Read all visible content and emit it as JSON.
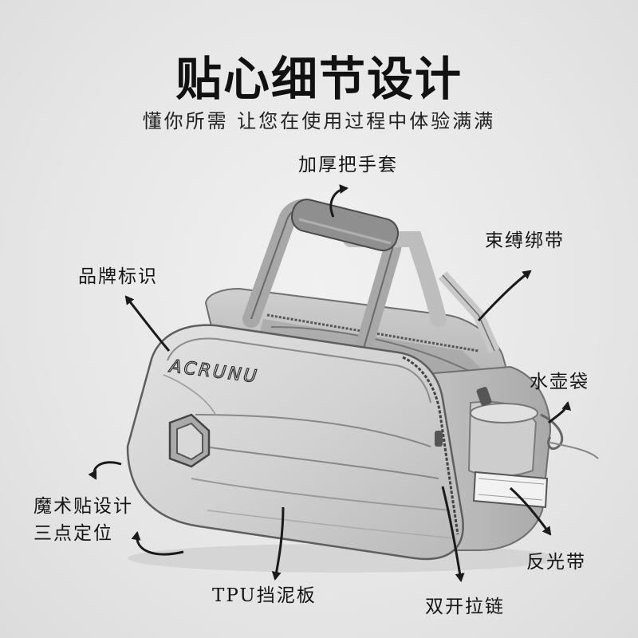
{
  "header": {
    "title": "贴心细节设计",
    "subtitle": "懂你所需 让您在使用过程中体验满满"
  },
  "product": {
    "brand_logo": "ACRUNU"
  },
  "callouts": [
    {
      "id": "handle",
      "label": "加厚把手套"
    },
    {
      "id": "strap",
      "label": "束缚绑带"
    },
    {
      "id": "brand",
      "label": "品牌标识"
    },
    {
      "id": "bottle",
      "label": "水壶袋"
    },
    {
      "id": "velcro_line1",
      "label": "魔术贴设计"
    },
    {
      "id": "velcro_line2",
      "label": "三点定位"
    },
    {
      "id": "reflective",
      "label": "反光带"
    },
    {
      "id": "fender",
      "label": "TPU挡泥板"
    },
    {
      "id": "zipper",
      "label": "双开拉链"
    }
  ],
  "colors": {
    "background": "#e6e6e6",
    "text": "#151515",
    "bag_body": "#d4d4d4",
    "bag_shadow": "#9a9a9a",
    "arrow": "#1a1a1a"
  }
}
